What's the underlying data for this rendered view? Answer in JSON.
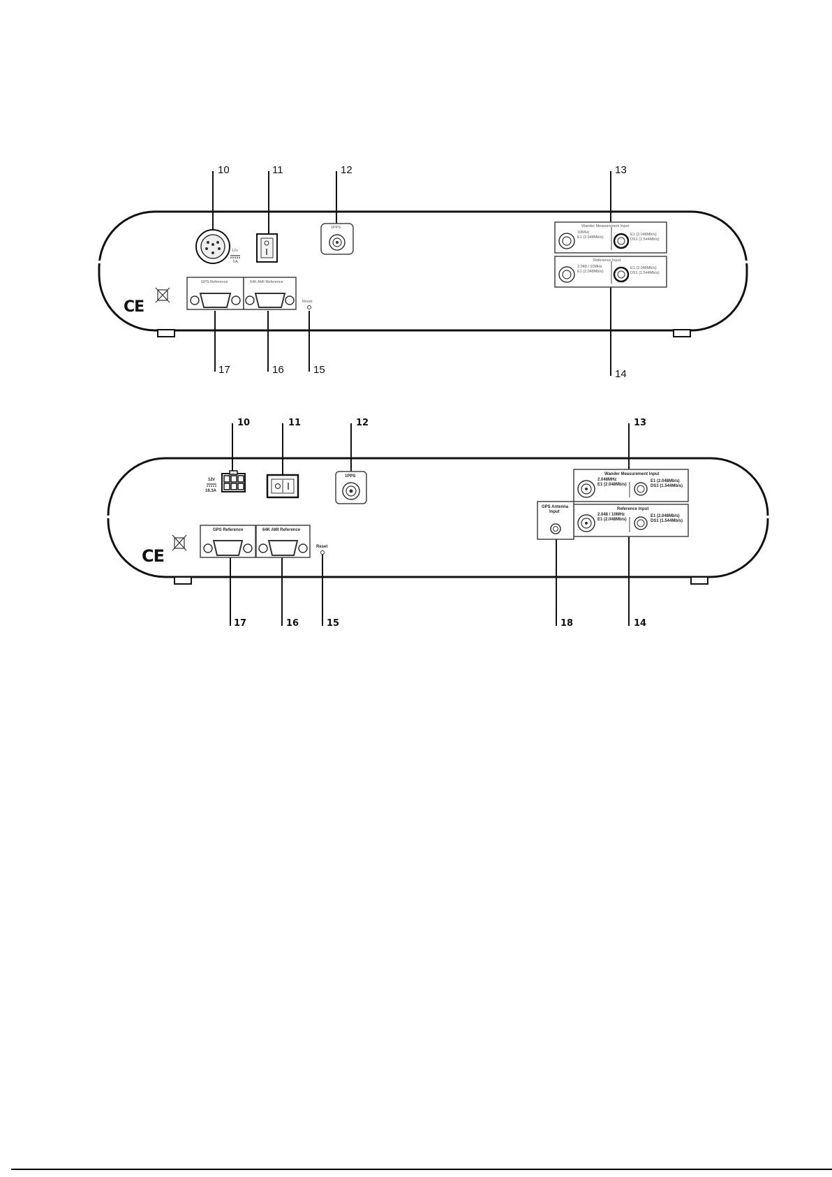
{
  "old_model": {
    "callouts": [
      "10",
      "11",
      "12",
      "13",
      "14",
      "15",
      "16",
      "17"
    ],
    "power_label": [
      "12v",
      "5A"
    ],
    "pps_label": "1PPS",
    "gps_reference_label": "GPS Reference",
    "ami_reference_label": "64K AMI Reference",
    "reset_label": "Reset",
    "wander_panel": {
      "title": "Wander Measurement Input",
      "left": [
        "10MHz",
        "E1 (2.048Mb/s)"
      ],
      "right": [
        "E1 (2.048Mb/s)",
        "DS1 (1.544Mb/s)"
      ]
    },
    "reference_panel": {
      "title": "Reference Input",
      "left": [
        "2.048 / 10MHz",
        "E1 (2.048Mb/s)"
      ],
      "right": [
        "E1 (2.048Mb/s)",
        "DS1 (1.544Mb/s)"
      ]
    },
    "ce_mark": "CE"
  },
  "new_model": {
    "callouts": [
      "10",
      "11",
      "12",
      "13",
      "14",
      "15",
      "16",
      "17",
      "18"
    ],
    "power_label": [
      "12v",
      "16.3A"
    ],
    "pps_label": "1PPS",
    "gps_reference_label": "GPS Reference",
    "ami_reference_label": "64K AMI Reference",
    "reset_label": "Reset",
    "gps_antenna_label": [
      "GPS Antenna",
      "Input"
    ],
    "wander_panel": {
      "title": "Wander Measurement Input",
      "left": [
        "2.048MHz",
        "E1 (2.048Mb/s)"
      ],
      "right": [
        "E1 (2.048Mb/s)",
        "DS1 (1.544Mb/s)"
      ]
    },
    "reference_panel": {
      "title": "Reference Input",
      "left": [
        "2.048 / 10MHz",
        "E1 (2.048Mb/s)"
      ],
      "right": [
        "E1 (2.048Mb/s)",
        "DS1 (1.544Mb/s)"
      ]
    },
    "ce_mark": "CE"
  },
  "colors": {
    "stroke": "#111111",
    "background": "#ffffff"
  }
}
